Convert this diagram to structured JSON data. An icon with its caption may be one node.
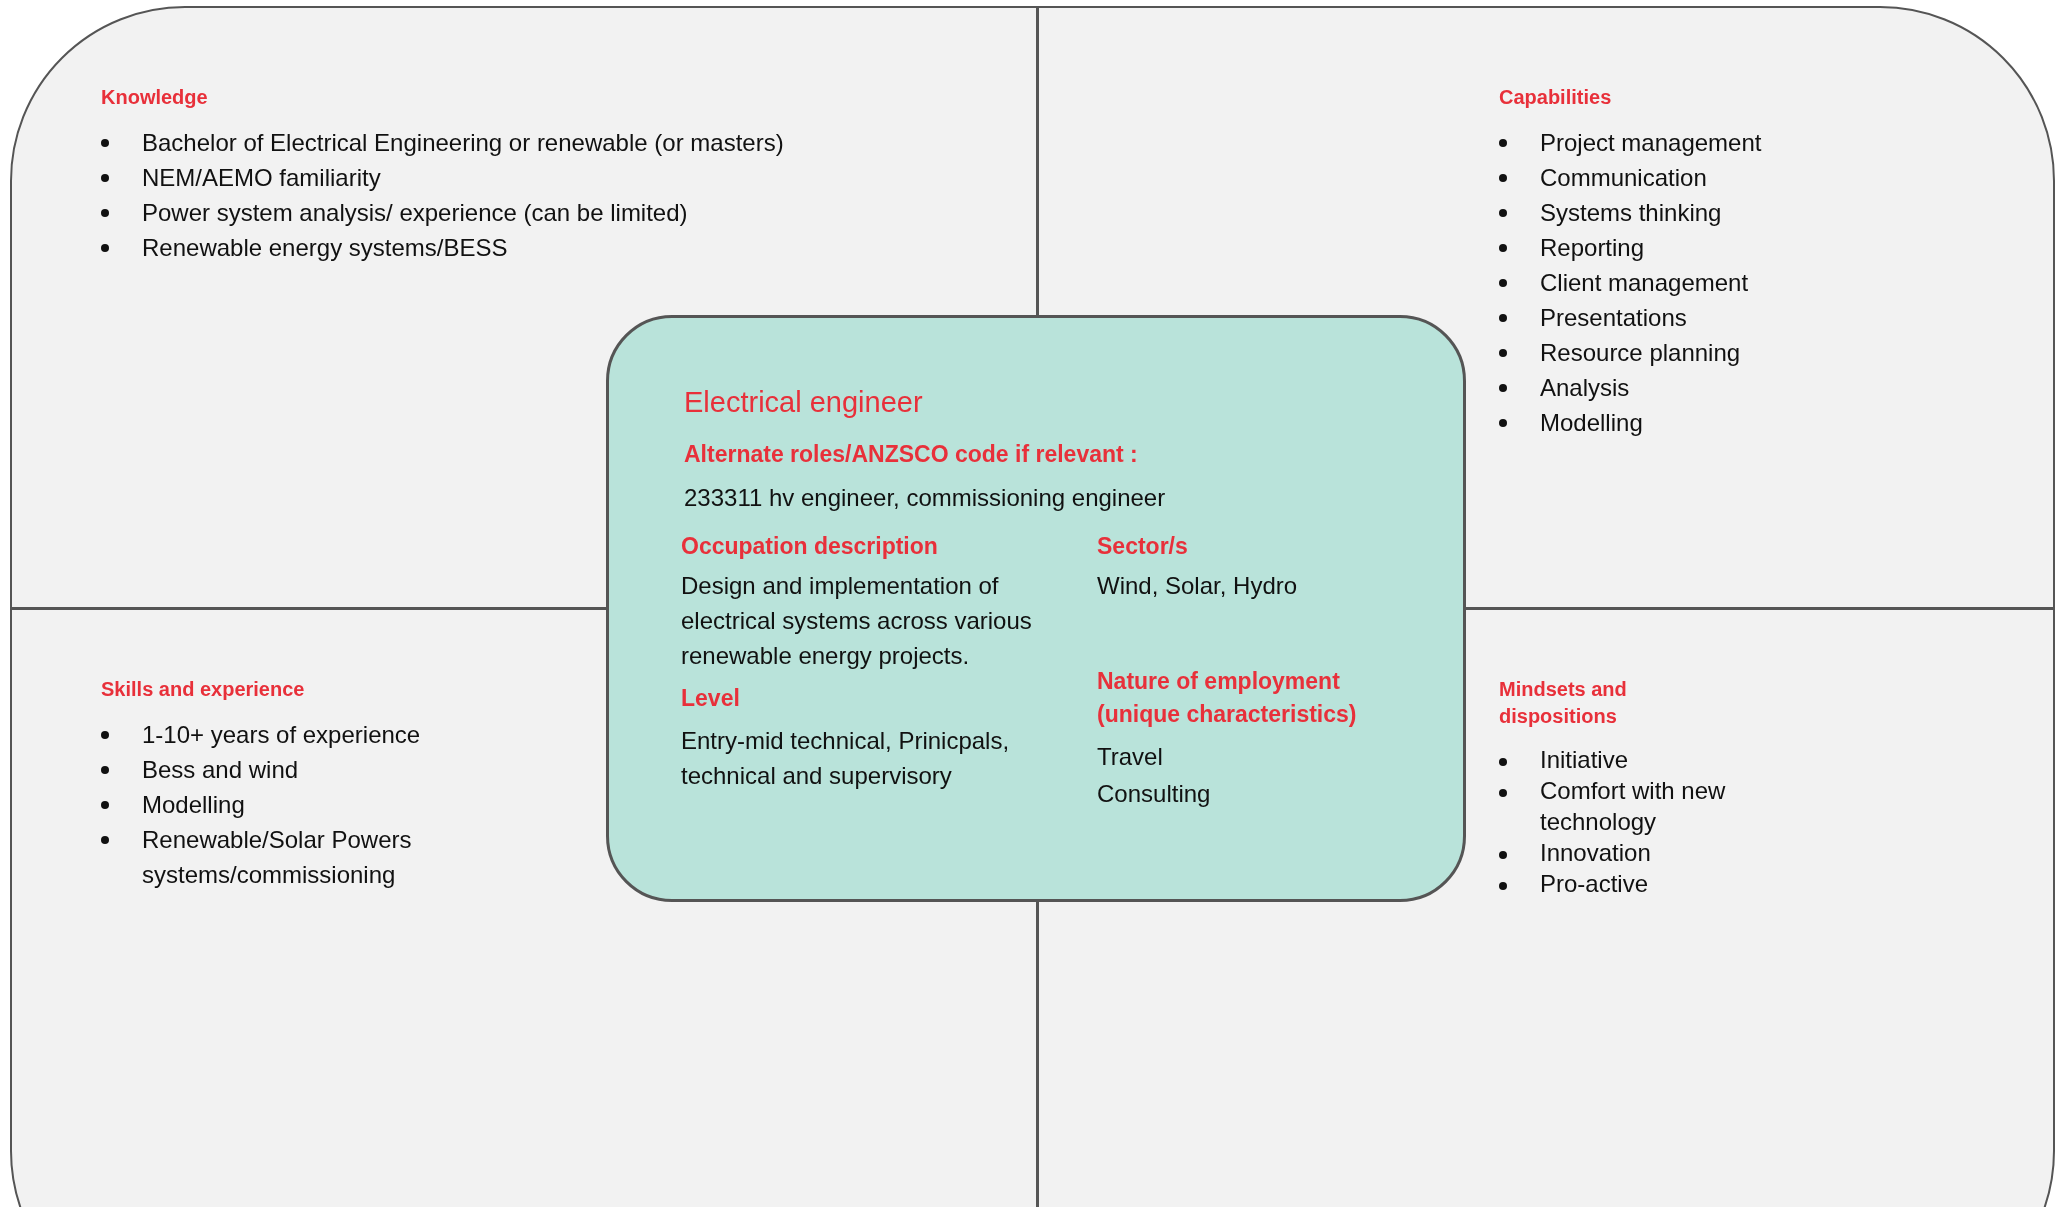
{
  "diagram": {
    "nodes": [
      {
        "text": [
          "Knowledge",
          "Bachelor of Electrical Engineering or renewable (or masters)",
          "NEM/AEMO familiarity",
          "Power system analysis/ experience (can be limited)",
          "Renewable energy systems/BESS"
        ]
      },
      {
        "text": [
          "Capabilities",
          "Project management",
          "Communication",
          "Systems thinking",
          "Reporting",
          "Client management",
          "Presentations",
          "Resource planning",
          "Analysis",
          "Modelling"
        ]
      },
      {
        "text": [
          "Skills and experience",
          "1-10+ years of experience",
          "Bess and wind",
          "Modelling",
          "Renewable/Solar Powers systems/commissioning"
        ]
      },
      {
        "text": [
          "Mindsets and dispositions",
          "Initiative",
          "Comfort with new technology",
          "Innovation",
          "Pro-active"
        ]
      },
      {
        "text": [
          "Electrical engineer",
          "Alternate roles/ANZSCO code if relevant :",
          "233311 hv engineer, commissioning engineer",
          "Occupation description",
          "Design and implementation of electrical systems across various renewable energy projects.",
          "Level",
          "Entry-mid technical, Prinicpals, technical and supervisory",
          "Sector/s",
          "Wind, Solar, Hydro",
          "Nature of employment (unique characteristics)",
          "Travel",
          "Consulting"
        ]
      }
    ]
  }
}
